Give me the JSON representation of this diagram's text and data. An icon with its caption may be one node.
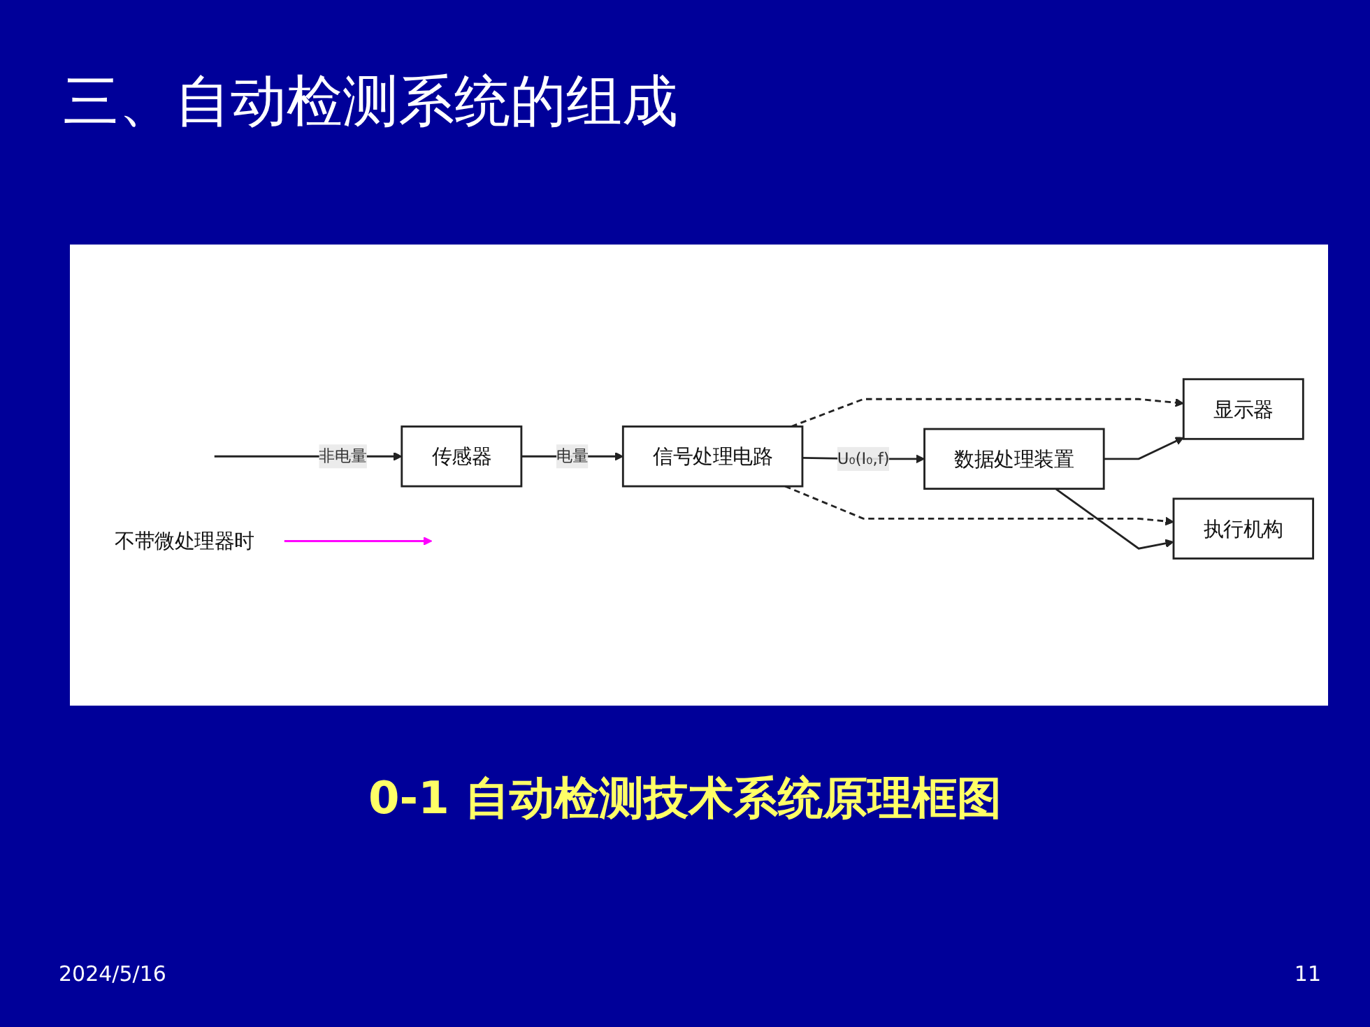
{
  "diagram": {
    "title": "三、自动检测系统的组成",
    "caption": "0-1 自动检测技术系统原理框图",
    "nodes": [
      {
        "text": [
          "传感器"
        ]
      },
      {
        "text": [
          "信号处理电路"
        ]
      },
      {
        "text": [
          "显示器"
        ]
      },
      {
        "text": [
          "数据处理装置"
        ]
      },
      {
        "text": [
          "执行机构"
        ]
      },
      {
        "text": [
          "不带微处理器时"
        ]
      }
    ],
    "edges": [
      {
        "from": null,
        "to": 0,
        "arrow": "to",
        "label": "非电量"
      },
      {
        "from": 0,
        "to": 1,
        "arrow": "to",
        "label": "电量"
      },
      {
        "from": 1,
        "to": 3,
        "arrow": "to",
        "label": "U₀(I₀,f)"
      },
      {
        "from": 1,
        "to": 2,
        "arrow": "to",
        "style": "dashed"
      },
      {
        "from": 1,
        "to": 4,
        "arrow": "to",
        "style": "dashed"
      },
      {
        "from": 3,
        "to": 2,
        "arrow": "to"
      },
      {
        "from": 3,
        "to": 4,
        "arrow": "to"
      },
      {
        "from": 5,
        "to": null,
        "arrow": "to",
        "color": "#ff00ff"
      }
    ],
    "labels": [
      "2024/5/16",
      "11"
    ]
  }
}
